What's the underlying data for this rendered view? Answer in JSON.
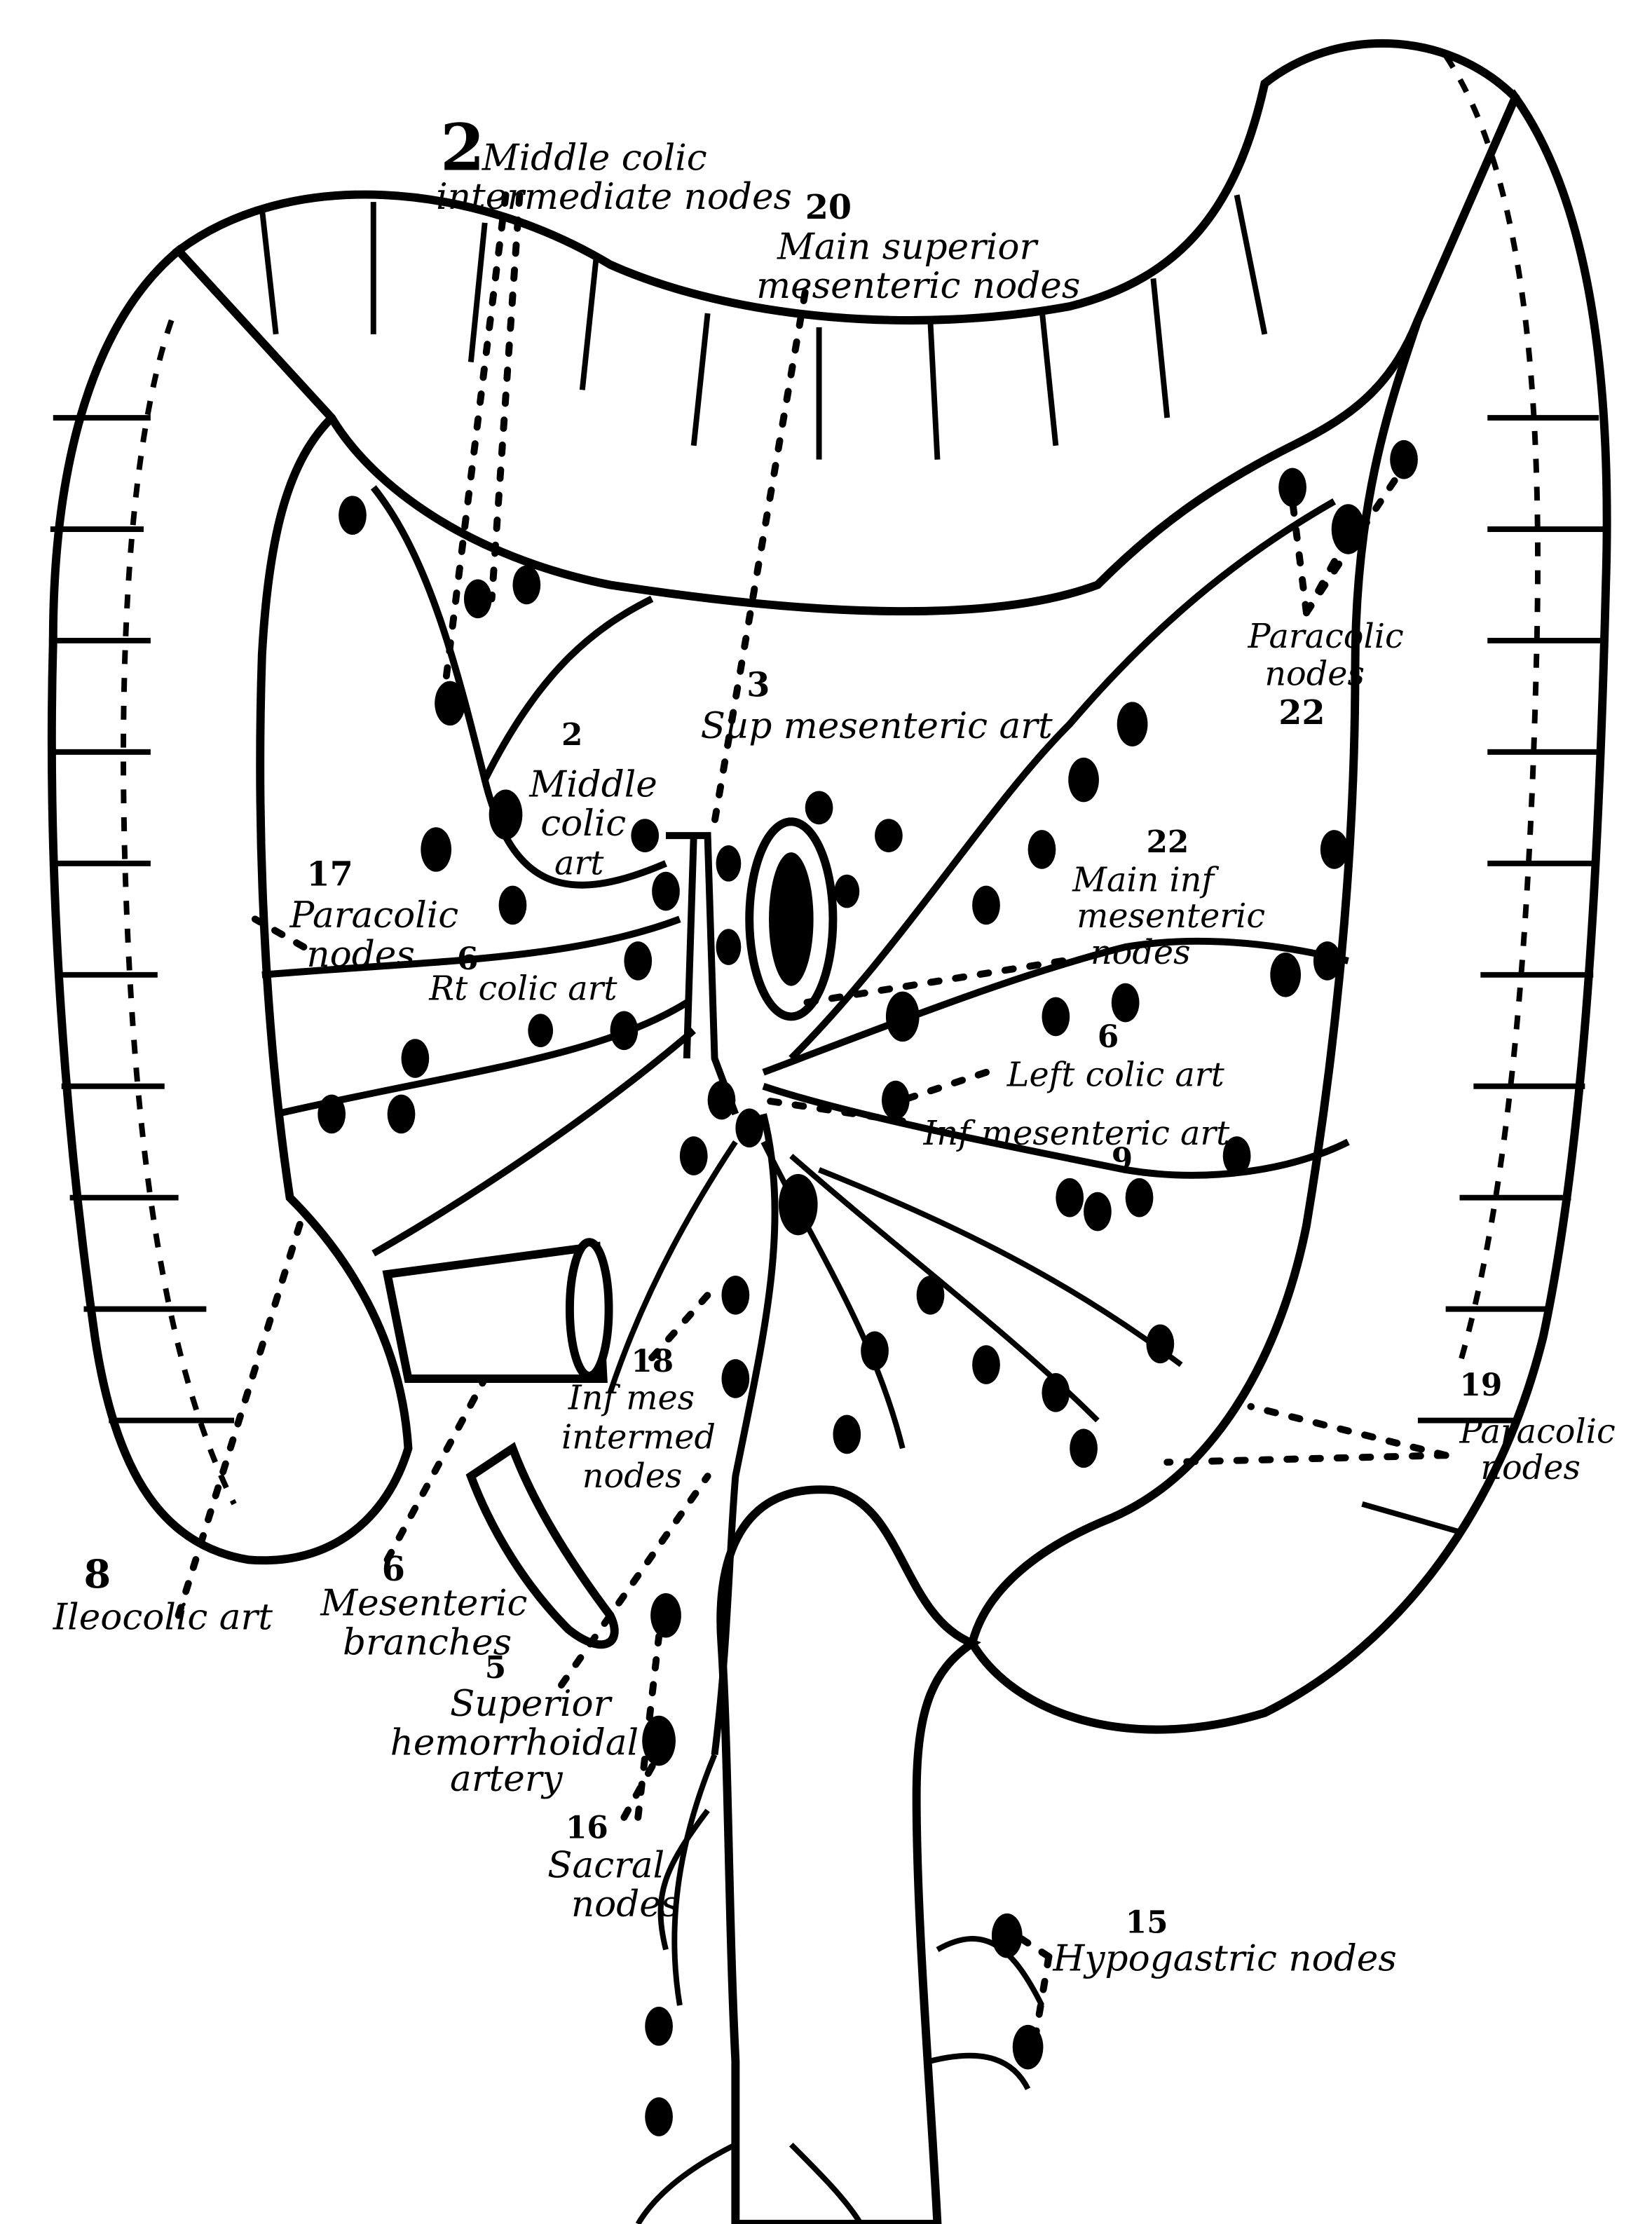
{
  "labels": {
    "middle_colic_intermediate": {
      "num": "2",
      "line1": "Middle colic",
      "line2": "intermediate nodes"
    },
    "main_superior_mesenteric": {
      "num": "20",
      "line1": "Main superior",
      "line2": "mesenteric nodes"
    },
    "paracolic_upper_right": {
      "line1": "Paracolic",
      "line2": "nodes",
      "num": "22"
    },
    "sup_mesenteric_art": {
      "num": "3",
      "line1": "Sup mesenteric art"
    },
    "middle_colic_art": {
      "num": "2",
      "line1": "Middle",
      "line2": "colic",
      "line3": "art"
    },
    "paracolic_left": {
      "num": "17",
      "line1": "Paracolic",
      "line2": "nodes"
    },
    "rt_colic_art": {
      "num": "6",
      "line1": "Rt colic art"
    },
    "main_inf_mesenteric": {
      "num": "22",
      "line1": "Main inf",
      "line2": "mesenteric",
      "line3": "nodes"
    },
    "left_colic_art": {
      "num": "6",
      "line1": "Left colic art"
    },
    "inf_mesenteric_art": {
      "num": "9",
      "line1": "Inf mesenteric art"
    },
    "inf_mes_intermed": {
      "num": "18",
      "line1": "Inf mes",
      "line2": "intermed",
      "line3": "nodes"
    },
    "paracolic_lower_right": {
      "num": "19",
      "line1": "Paracolic",
      "line2": "nodes"
    },
    "ileocolic_art": {
      "num": "8",
      "line1": "Ileocolic art"
    },
    "mesenteric_branches": {
      "num": "6",
      "line1": "Mesenteric",
      "line2": "branches"
    },
    "superior_hemorrhoidal": {
      "num": "5",
      "line1": "Superior",
      "line2": "hemorrhoidal",
      "line3": "artery"
    },
    "sacral_nodes": {
      "num": "16",
      "line1": "Sacral",
      "line2": "nodes"
    },
    "hypogastric_nodes": {
      "num": "15",
      "line1": "Hypogastric nodes"
    }
  }
}
